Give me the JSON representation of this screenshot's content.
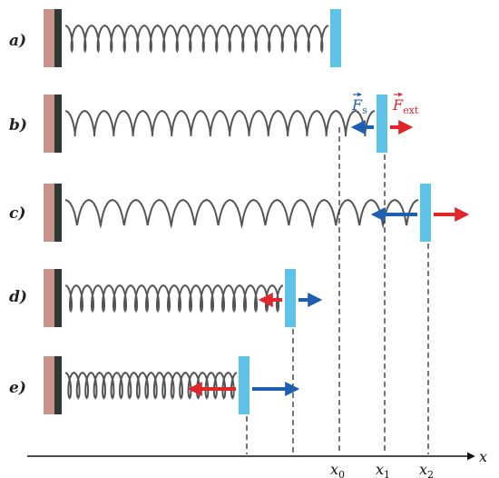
{
  "rows": [
    {
      "label": "a)",
      "mass_x": "x_0"
    },
    {
      "label": "b)",
      "mass_x": "x_1"
    },
    {
      "label": "c)",
      "mass_x": "x_2"
    },
    {
      "label": "d)"
    },
    {
      "label": "e)"
    }
  ],
  "forces": {
    "spring": {
      "symbol": "F",
      "subscript": "s",
      "color": "#1f5fb0"
    },
    "external": {
      "symbol": "F",
      "subscript": "ext",
      "color": "#e0262b"
    }
  },
  "axis": {
    "label": "x",
    "ticks": [
      {
        "base": "x",
        "sub": "0"
      },
      {
        "base": "x",
        "sub": "1"
      },
      {
        "base": "x",
        "sub": "2"
      }
    ]
  },
  "colors": {
    "wall_face": "#c8948a",
    "wall_edge": "#2e3a33",
    "spring": "#555555",
    "mass": "#5fc3e8",
    "spring_arrow": "#1f5fb0",
    "external_arrow": "#e0262b"
  }
}
